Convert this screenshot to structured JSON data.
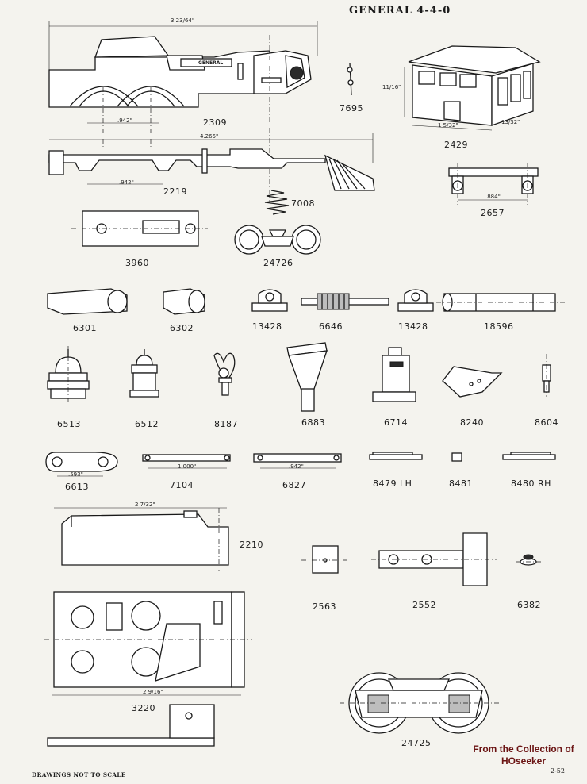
{
  "header": {
    "title": "GENERAL  4-4-0"
  },
  "footer": {
    "note": "DRAWINGS NOT TO SCALE",
    "page": "2-52"
  },
  "credit": {
    "line1": "From the Collection of",
    "line2": "HOseeker"
  },
  "dimensions": {
    "d2309_len": "3 23/64\"",
    "d2309_wb": ".942\"",
    "d2219_len": "4.265\"",
    "d2219_wb": ".942\"",
    "d2429_h": "11/16\"",
    "d2429_w": "1 5/32\"",
    "d2429_d": "13/32\"",
    "d2657": ".884\"",
    "d6613": ".593\"",
    "d7104": "1.000\"",
    "d6827": ".942\"",
    "d2210": "2 7/32\"",
    "d3220": "2 9/16\""
  },
  "parts": [
    {
      "id": "p2309",
      "label": "2309"
    },
    {
      "id": "p7695",
      "label": "7695"
    },
    {
      "id": "p2429",
      "label": "2429"
    },
    {
      "id": "p2219",
      "label": "2219"
    },
    {
      "id": "p7008",
      "label": "7008"
    },
    {
      "id": "p2657",
      "label": "2657"
    },
    {
      "id": "p3960",
      "label": "3960"
    },
    {
      "id": "p24726",
      "label": "24726"
    },
    {
      "id": "p6301",
      "label": "6301"
    },
    {
      "id": "p6302",
      "label": "6302"
    },
    {
      "id": "p13428a",
      "label": "13428"
    },
    {
      "id": "p6646",
      "label": "6646"
    },
    {
      "id": "p13428b",
      "label": "13428"
    },
    {
      "id": "p18596",
      "label": "18596"
    },
    {
      "id": "p6513",
      "label": "6513"
    },
    {
      "id": "p6512",
      "label": "6512"
    },
    {
      "id": "p8187",
      "label": "8187"
    },
    {
      "id": "p6883",
      "label": "6883"
    },
    {
      "id": "p6714",
      "label": "6714"
    },
    {
      "id": "p8240",
      "label": "8240"
    },
    {
      "id": "p8604",
      "label": "8604"
    },
    {
      "id": "p6613",
      "label": "6613"
    },
    {
      "id": "p7104",
      "label": "7104"
    },
    {
      "id": "p6827",
      "label": "6827"
    },
    {
      "id": "p8479",
      "label": "8479 LH"
    },
    {
      "id": "p8481",
      "label": "8481"
    },
    {
      "id": "p8480",
      "label": "8480 RH"
    },
    {
      "id": "p2210",
      "label": "2210"
    },
    {
      "id": "p2563",
      "label": "2563"
    },
    {
      "id": "p2552",
      "label": "2552"
    },
    {
      "id": "p6382",
      "label": "6382"
    },
    {
      "id": "p3220",
      "label": "3220"
    },
    {
      "id": "p24725",
      "label": "24725"
    }
  ],
  "decals": {
    "cab_plate": "GENERAL"
  }
}
